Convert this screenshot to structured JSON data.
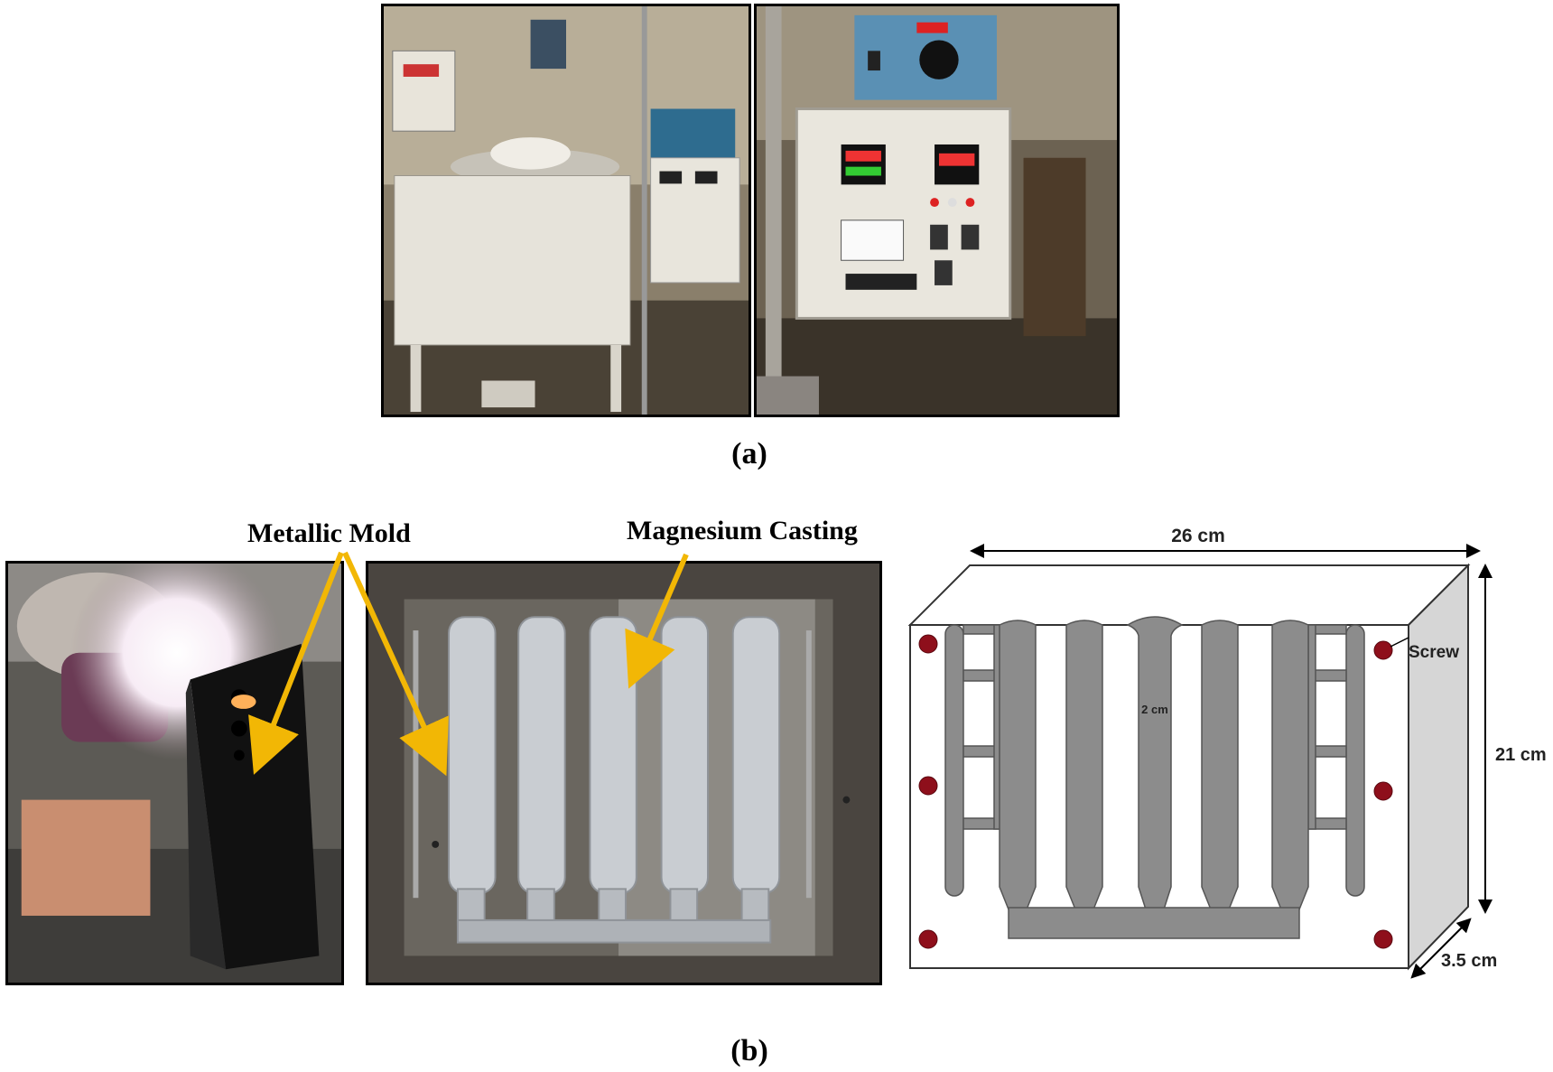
{
  "captions": {
    "a": "(a)",
    "b": "(b)"
  },
  "callouts": {
    "metallic_mold": "Metallic Mold",
    "magnesium_casting": "Magnesium Casting"
  },
  "mold_diagram": {
    "width_label": "26 cm",
    "height_label": "21 cm",
    "depth_label": "3.5 cm",
    "runner_width_label": "2 cm",
    "screw_label": "Screw"
  },
  "colors": {
    "arrow": "#f2b705",
    "cavity": "#8c8c8c",
    "screw": "#8e0f1b",
    "side_face": "#d6d6d6"
  }
}
